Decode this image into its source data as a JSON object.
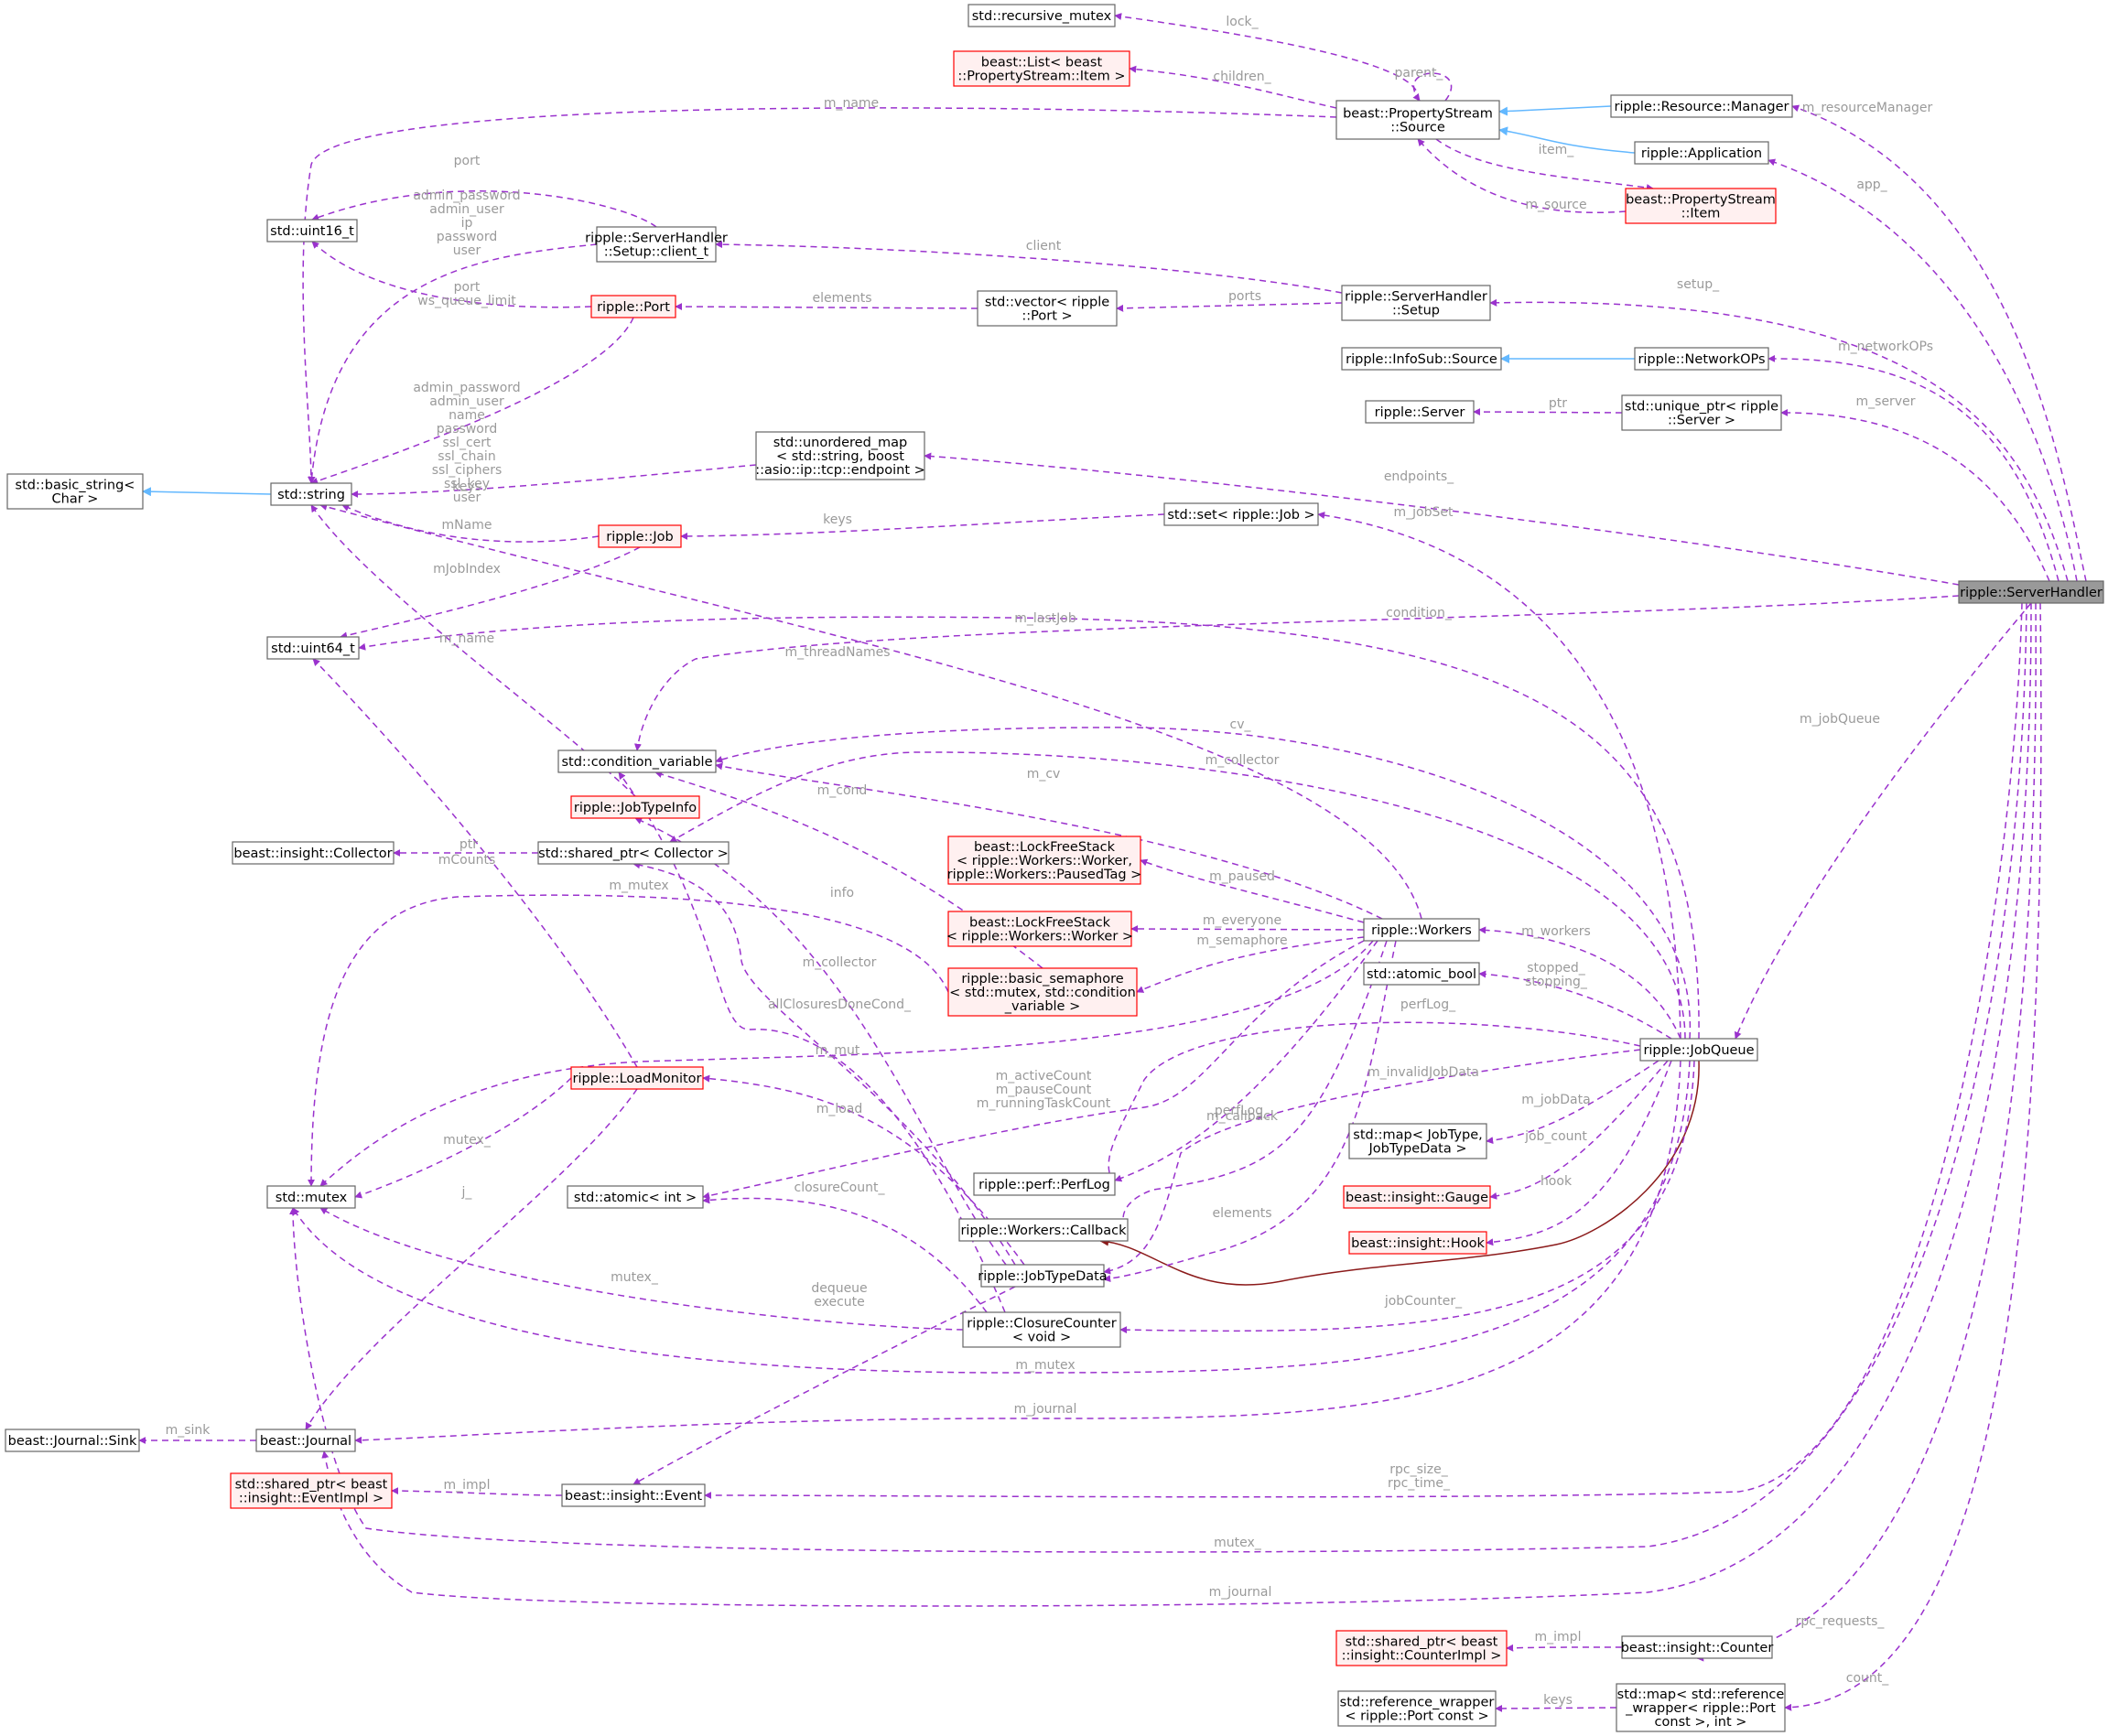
{
  "diagram": {
    "legend_colors": {
      "member_edge": "#9a32cd",
      "inheritance_edge": "#63b8ff",
      "nested_edge": "#8b1a1a",
      "plain_node_border": "#666666",
      "incomplete_node_border": "#ff0000",
      "incomplete_node_fill": "#fff0f0",
      "focus_node_fill": "#999999"
    },
    "nodes": {
      "recursive_mutex": {
        "lines": [
          "std::recursive_mutex"
        ],
        "style": "plain"
      },
      "list_item": {
        "lines": [
          "beast::List< beast",
          "::PropertyStream::Item >"
        ],
        "style": "incomplete"
      },
      "ps_source": {
        "lines": [
          "beast::PropertyStream",
          "::Source"
        ],
        "style": "plain"
      },
      "resource_manager": {
        "lines": [
          "ripple::Resource::Manager"
        ],
        "style": "plain"
      },
      "application": {
        "lines": [
          "ripple::Application"
        ],
        "style": "plain"
      },
      "ps_item": {
        "lines": [
          "beast::PropertyStream",
          "::Item"
        ],
        "style": "incomplete"
      },
      "uint16": {
        "lines": [
          "std::uint16_t"
        ],
        "style": "plain"
      },
      "client_t": {
        "lines": [
          "ripple::ServerHandler",
          "::Setup::client_t"
        ],
        "style": "plain"
      },
      "port": {
        "lines": [
          "ripple::Port"
        ],
        "style": "incomplete"
      },
      "vector_port": {
        "lines": [
          "std::vector< ripple",
          "::Port >"
        ],
        "style": "plain"
      },
      "sh_setup": {
        "lines": [
          "ripple::ServerHandler",
          "::Setup"
        ],
        "style": "plain"
      },
      "infosub_source": {
        "lines": [
          "ripple::InfoSub::Source"
        ],
        "style": "plain"
      },
      "network_ops": {
        "lines": [
          "ripple::NetworkOPs"
        ],
        "style": "plain"
      },
      "server": {
        "lines": [
          "ripple::Server"
        ],
        "style": "plain"
      },
      "unique_ptr_server": {
        "lines": [
          "std::unique_ptr< ripple",
          "::Server >"
        ],
        "style": "plain"
      },
      "basic_string": {
        "lines": [
          "std::basic_string<",
          "Char >"
        ],
        "style": "plain"
      },
      "string": {
        "lines": [
          "std::string"
        ],
        "style": "plain"
      },
      "unordered_map": {
        "lines": [
          "std::unordered_map",
          "< std::string, boost",
          "::asio::ip::tcp::endpoint >"
        ],
        "style": "plain"
      },
      "job": {
        "lines": [
          "ripple::Job"
        ],
        "style": "incomplete"
      },
      "set_job": {
        "lines": [
          "std::set< ripple::Job >"
        ],
        "style": "plain"
      },
      "server_handler": {
        "lines": [
          "ripple::ServerHandler"
        ],
        "style": "focus"
      },
      "uint64": {
        "lines": [
          "std::uint64_t"
        ],
        "style": "plain"
      },
      "condition_variable": {
        "lines": [
          "std::condition_variable"
        ],
        "style": "plain"
      },
      "jobtypeinfo": {
        "lines": [
          "ripple::JobTypeInfo"
        ],
        "style": "incomplete"
      },
      "collector": {
        "lines": [
          "beast::insight::Collector"
        ],
        "style": "plain"
      },
      "shared_ptr_collector": {
        "lines": [
          "std::shared_ptr< Collector >"
        ],
        "style": "plain"
      },
      "lfs_paused": {
        "lines": [
          "beast::LockFreeStack",
          "< ripple::Workers::Worker,",
          "ripple::Workers::PausedTag >"
        ],
        "style": "incomplete"
      },
      "lfs_worker": {
        "lines": [
          "beast::LockFreeStack",
          "< ripple::Workers::Worker >"
        ],
        "style": "incomplete"
      },
      "basic_semaphore": {
        "lines": [
          "ripple::basic_semaphore",
          "< std::mutex, std::condition",
          "_variable >"
        ],
        "style": "incomplete"
      },
      "workers": {
        "lines": [
          "ripple::Workers"
        ],
        "style": "plain"
      },
      "atomic_bool": {
        "lines": [
          "std::atomic_bool"
        ],
        "style": "plain"
      },
      "job_queue": {
        "lines": [
          "ripple::JobQueue"
        ],
        "style": "plain"
      },
      "load_monitor": {
        "lines": [
          "ripple::LoadMonitor"
        ],
        "style": "incomplete"
      },
      "mutex": {
        "lines": [
          "std::mutex"
        ],
        "style": "plain"
      },
      "atomic_int": {
        "lines": [
          "std::atomic< int >"
        ],
        "style": "plain"
      },
      "perflog": {
        "lines": [
          "ripple::perf::PerfLog"
        ],
        "style": "plain"
      },
      "workers_callback": {
        "lines": [
          "ripple::Workers::Callback"
        ],
        "style": "plain"
      },
      "map_jobtype": {
        "lines": [
          "std::map< JobType,",
          "JobTypeData >"
        ],
        "style": "plain"
      },
      "gauge": {
        "lines": [
          "beast::insight::Gauge"
        ],
        "style": "incomplete"
      },
      "hook": {
        "lines": [
          "beast::insight::Hook"
        ],
        "style": "incomplete"
      },
      "jobtypedata": {
        "lines": [
          "ripple::JobTypeData"
        ],
        "style": "plain"
      },
      "closure_counter": {
        "lines": [
          "ripple::ClosureCounter",
          "< void >"
        ],
        "style": "plain"
      },
      "journal_sink": {
        "lines": [
          "beast::Journal::Sink"
        ],
        "style": "plain"
      },
      "journal": {
        "lines": [
          "beast::Journal"
        ],
        "style": "plain"
      },
      "shared_ptr_eventimpl": {
        "lines": [
          "std::shared_ptr< beast",
          "::insight::EventImpl >"
        ],
        "style": "incomplete"
      },
      "event": {
        "lines": [
          "beast::insight::Event"
        ],
        "style": "plain"
      },
      "shared_ptr_counterimpl": {
        "lines": [
          "std::shared_ptr< beast",
          "::insight::CounterImpl >"
        ],
        "style": "incomplete"
      },
      "counter": {
        "lines": [
          "beast::insight::Counter"
        ],
        "style": "plain"
      },
      "reference_wrapper": {
        "lines": [
          "std::reference_wrapper",
          "< ripple::Port const >"
        ],
        "style": "plain"
      },
      "map_refwrap": {
        "lines": [
          "std::map< std::reference",
          "_wrapper< ripple::Port",
          "const >, int >"
        ],
        "style": "plain"
      }
    },
    "edge_labels": {
      "lock": [
        "lock_"
      ],
      "children": [
        "children_"
      ],
      "parent": [
        "parent_"
      ],
      "m_name_top": [
        "m_name"
      ],
      "m_resourceManager": [
        "m_resourceManager"
      ],
      "port_": [
        "port"
      ],
      "item": [
        "item_"
      ],
      "app": [
        "app_"
      ],
      "m_source": [
        "m_source"
      ],
      "client_user": [
        "admin_password",
        "admin_user",
        "ip",
        "password",
        "user"
      ],
      "port_wql": [
        "port",
        "ws_queue_limit"
      ],
      "client": [
        "client"
      ],
      "setup": [
        "setup_"
      ],
      "elements_top": [
        "elements"
      ],
      "ports": [
        "ports"
      ],
      "port_strings": [
        "admin_password",
        "admin_user",
        "name",
        "password",
        "ssl_cert",
        "ssl_chain",
        "ssl_ciphers",
        "ssl_key",
        "user"
      ],
      "m_networkOPs": [
        "m_networkOPs"
      ],
      "ptr_server": [
        "ptr"
      ],
      "m_server": [
        "m_server"
      ],
      "keys_map": [
        "keys"
      ],
      "endpoints": [
        "endpoints_"
      ],
      "keys_set": [
        "keys"
      ],
      "m_jobSet": [
        "m_jobSet"
      ],
      "mName": [
        "mName"
      ],
      "mJobIndex": [
        "mJobIndex"
      ],
      "m_name_info": [
        "m_name"
      ],
      "m_lastJob": [
        "m_lastJob"
      ],
      "condition": [
        "condition_"
      ],
      "m_threadNames": [
        "m_threadNames"
      ],
      "m_jobQueue": [
        "m_jobQueue"
      ],
      "cv": [
        "cv_"
      ],
      "m_collector_top": [
        "m_collector"
      ],
      "m_cv": [
        "m_cv"
      ],
      "m_cond": [
        "m_cond"
      ],
      "ptr_collector": [
        "ptr"
      ],
      "mCounts": [
        "mCounts"
      ],
      "m_paused": [
        "m_paused"
      ],
      "m_mutex_sem": [
        "m_mutex"
      ],
      "info": [
        "info"
      ],
      "m_everyone": [
        "m_everyone"
      ],
      "m_workers": [
        "m_workers"
      ],
      "m_semaphore": [
        "m_semaphore"
      ],
      "m_collector_jtd": [
        "m_collector"
      ],
      "stopped": [
        "stopped_",
        "stopping_"
      ],
      "allClosures": [
        "allClosuresDoneCond_"
      ],
      "perfLog_jq": [
        "perfLog_"
      ],
      "m_mut": [
        "m_mut"
      ],
      "counts": [
        "m_activeCount",
        "m_pauseCount",
        "m_runningTaskCount"
      ],
      "perfLog_w": [
        "perfLog_"
      ],
      "m_invalidJobData": [
        "m_invalidJobData"
      ],
      "m_load": [
        "m_load"
      ],
      "m_jobData": [
        "m_jobData"
      ],
      "mutex_lm": [
        "mutex_"
      ],
      "m_callback": [
        "m_callback"
      ],
      "job_count": [
        "job_count"
      ],
      "j_lm": [
        "j_"
      ],
      "closureCount": [
        "closureCount_"
      ],
      "hook": [
        "hook"
      ],
      "elements_low": [
        "elements"
      ],
      "mutex_cc": [
        "mutex_"
      ],
      "dequeue": [
        "dequeue",
        "execute"
      ],
      "jobCounter": [
        "jobCounter_"
      ],
      "m_mutex_jq": [
        "m_mutex"
      ],
      "m_journal_jq": [
        "m_journal"
      ],
      "m_sink": [
        "m_sink"
      ],
      "m_impl_ev": [
        "m_impl"
      ],
      "rpc_size": [
        "rpc_size_",
        "rpc_time_"
      ],
      "mutex_sh": [
        "mutex_"
      ],
      "m_journal_sh": [
        "m_journal"
      ],
      "rpc_requests": [
        "rpc_requests_"
      ],
      "m_impl_ct": [
        "m_impl"
      ],
      "count": [
        "count_"
      ],
      "keys_ref": [
        "keys"
      ]
    }
  }
}
